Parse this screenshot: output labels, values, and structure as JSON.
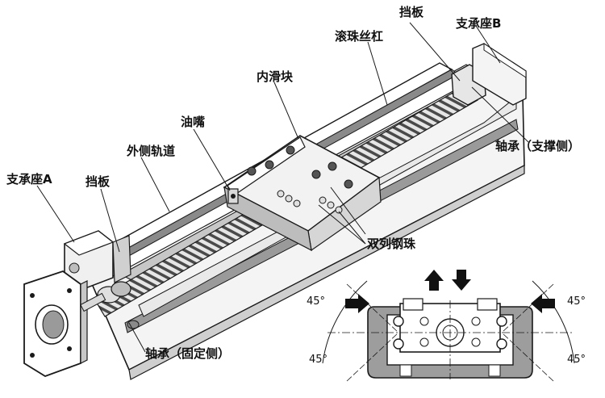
{
  "labels": {
    "bracket_top": "挡板",
    "support_b": "支承座B",
    "ball_screw": "滚珠丝杠",
    "inner_slider": "内滑块",
    "grease_nipple": "油嘴",
    "outer_rail": "外侧轨道",
    "support_a": "支承座A",
    "bracket_left": "挡板",
    "bearing_support": "轴承（支撑侧）",
    "double_row_balls": "双列钢珠",
    "bearing_fixed": "轴承（固定侧）"
  },
  "angles": {
    "top_left": "45°",
    "top_right": "45°",
    "bottom_left": "45°",
    "bottom_right": "45°"
  },
  "colors": {
    "line": "#1a1a1a",
    "rail_gray": "#8a8a8a",
    "light_gray": "#d9d9d9",
    "mid_gray": "#b3b3b3",
    "background": "#ffffff"
  }
}
